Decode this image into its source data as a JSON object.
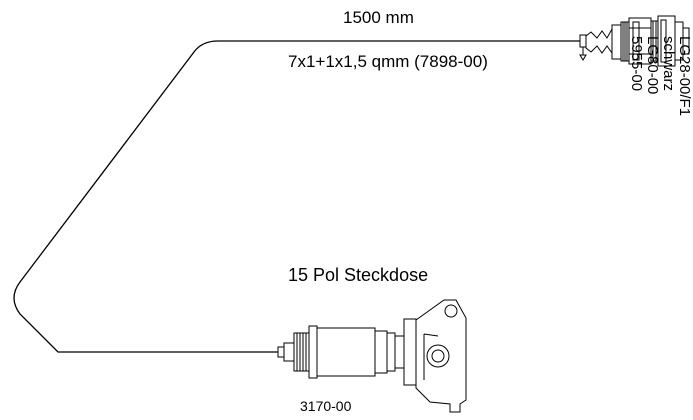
{
  "cable": {
    "length": "1500 mm",
    "spec": "7x1+1x1,5 qmm  (7898-00)"
  },
  "plug_labels": [
    "LG28-00/F1",
    "schwarz",
    "LG80-00",
    "5955-00"
  ],
  "socket": {
    "title": "15 Pol Steckdose",
    "part": "3170-00"
  }
}
